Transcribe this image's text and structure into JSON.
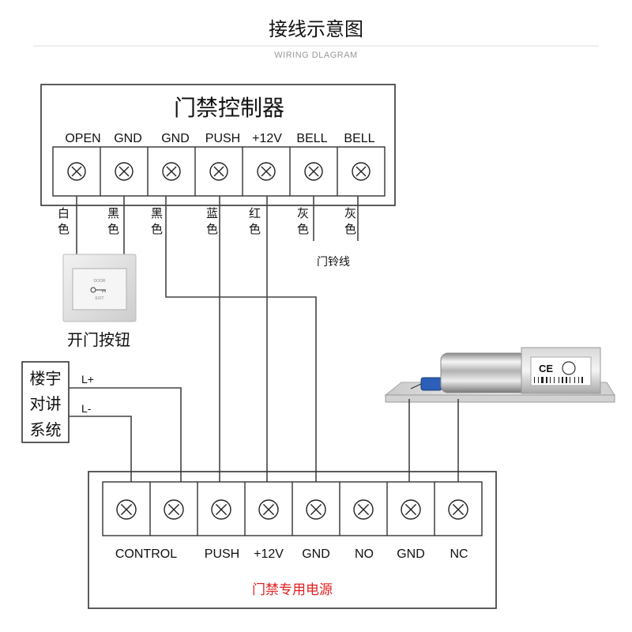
{
  "title": "接线示意图",
  "subtitle": "WIRING DLAGRAM",
  "controller": {
    "title": "门禁控制器",
    "terminals": [
      "OPEN",
      "GND",
      "GND",
      "PUSH",
      "+12V",
      "BELL",
      "BELL"
    ],
    "wire_colors": [
      "白色",
      "黑色",
      "黑色",
      "蓝色",
      "红色",
      "灰色",
      "灰色"
    ]
  },
  "doorbell_label": "门铃线",
  "exit_button": {
    "label": "开门按钮",
    "top_text": "DOOR",
    "bottom_text": "EXIT"
  },
  "intercom": {
    "lines": [
      "楼宇",
      "对讲",
      "系统"
    ],
    "l_plus": "L+",
    "l_minus": "L-"
  },
  "lock": {
    "cert_mark": "CE"
  },
  "power_supply": {
    "title": "门禁专用电源",
    "terminal_labels": [
      "CONTROL",
      "PUSH",
      "+12V",
      "GND",
      "NO",
      "GND",
      "NC"
    ]
  },
  "colors": {
    "line": "#444444",
    "power_title": "#e02020",
    "connector": "#2b5fb8"
  }
}
